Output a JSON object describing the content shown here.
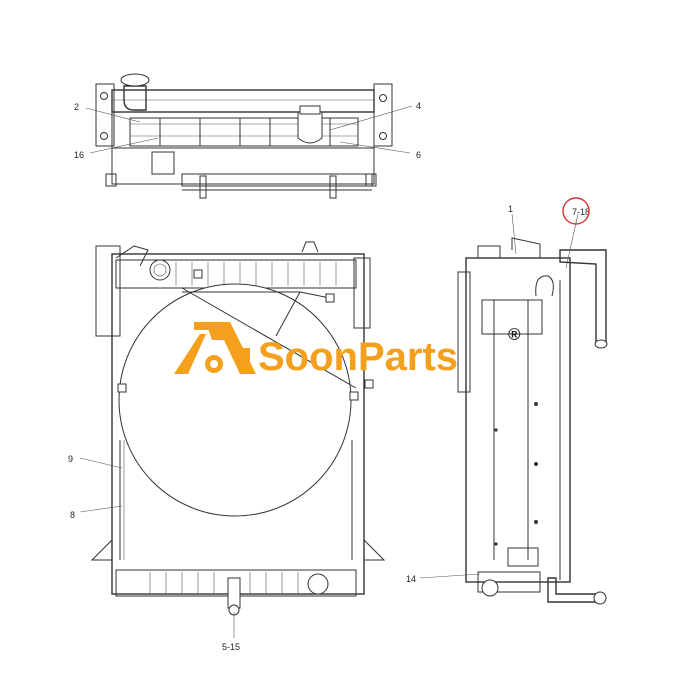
{
  "callouts": {
    "c1": "1",
    "c2": "2",
    "c4": "4",
    "c6": "6",
    "c7": "7-18",
    "c8": "8",
    "c9": "9",
    "c14": "14",
    "c16": "16",
    "c515": "5-15"
  },
  "watermark": {
    "brand": "SoonParts",
    "registered": "®",
    "color": "#f4a01c"
  },
  "highlight": {
    "color": "#d9302c",
    "target": "7-18"
  }
}
